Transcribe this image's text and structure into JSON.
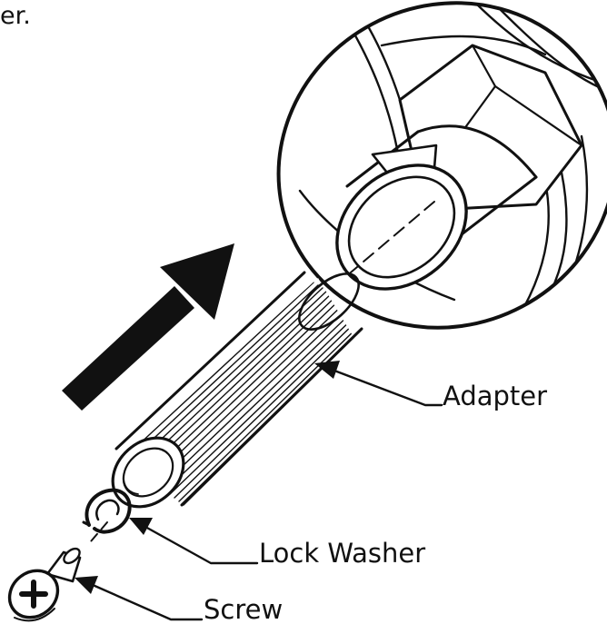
{
  "caption": {
    "fragment": "er."
  },
  "labels": {
    "adapter": "Adapter",
    "lock_washer": "Lock Washer",
    "screw": "Screw"
  },
  "colors": {
    "line": "#111111",
    "background": "#ffffff"
  }
}
